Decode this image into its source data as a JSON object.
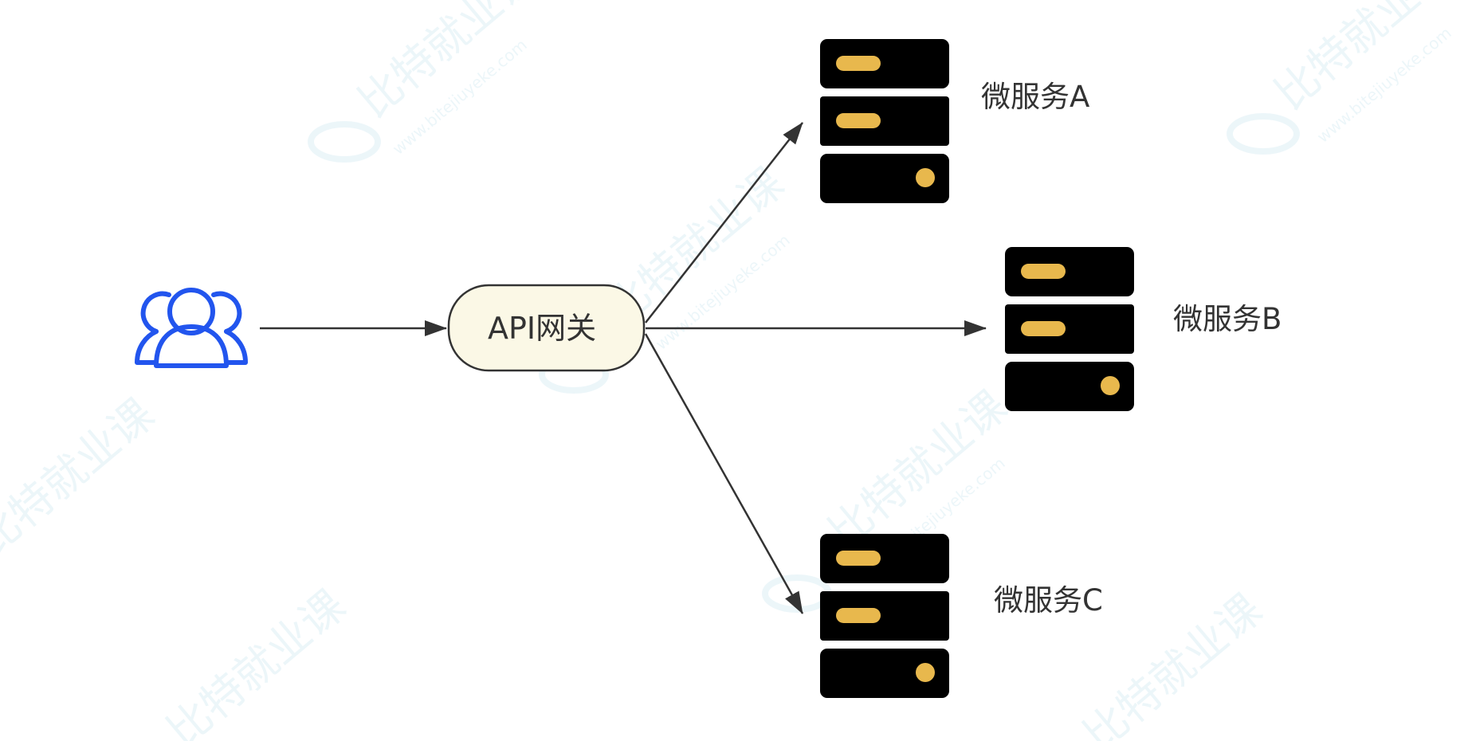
{
  "gateway": {
    "label": "API网关"
  },
  "services": [
    {
      "label": "微服务A"
    },
    {
      "label": "微服务B"
    },
    {
      "label": "微服务C"
    }
  ],
  "watermark": {
    "brand": "比特就业课",
    "url": "www.bitejiuyeke.com"
  },
  "colors": {
    "users_icon": "#2255ee",
    "server_body": "#000000",
    "server_accent": "#e8b84d",
    "gateway_fill": "#fbf8e6",
    "gateway_stroke": "#333333",
    "arrow": "#333333",
    "text": "#333333"
  },
  "icons": [
    "users-icon",
    "server-icon"
  ]
}
